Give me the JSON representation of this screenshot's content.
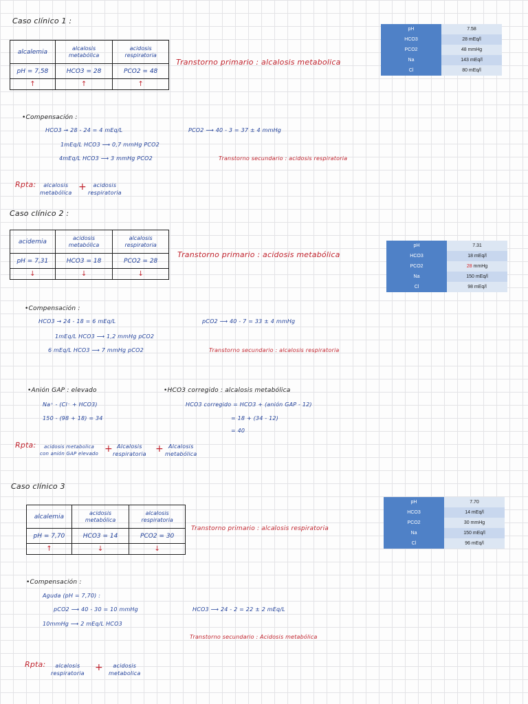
{
  "case1": {
    "title": "Caso clínico 1 :",
    "table": {
      "headers": [
        "alcalemia",
        "alcalosis metabólica",
        "acidosis respiratoria"
      ],
      "values": [
        "pH = 7,58",
        "HCO3 = 28",
        "PCO2 = 48"
      ],
      "arrows": [
        "↑",
        "↑",
        "↑"
      ]
    },
    "primary": "Transtorno primario : alcalosis metabolica",
    "comp_title": "Compensación :",
    "comp_lines": [
      "HCO3 → 28 - 24 = 4 mEq/L",
      "1mEq/L HCO3 ⟶ 0,7 mmHg PCO2",
      "4mEq/L HCO3 ⟶ 3 mmHg PCO2"
    ],
    "pco2_line": "PCO2 ⟶ 40 - 3 = 37 ± 4 mmHg",
    "secondary": "Transtorno secundario : acidosis respiratoria",
    "rpta_label": "Rpta:",
    "rpta_a": [
      "alcalosis",
      "metabólica"
    ],
    "rpta_b": [
      "acidosis",
      "respiratoria"
    ],
    "lab": [
      {
        "k": "pH",
        "v": "7.58"
      },
      {
        "k": "HCO3",
        "v": "28 mEq/l"
      },
      {
        "k": "PCO2",
        "v": "48 mmHg"
      },
      {
        "k": "Na",
        "v": "143 mEq/l"
      },
      {
        "k": "Cl",
        "v": "80 mEq/l"
      }
    ]
  },
  "case2": {
    "title": "Caso clínico 2 :",
    "table": {
      "headers": [
        "acidemia",
        "acidosis metabólica",
        "alcalosis respiratoria"
      ],
      "values": [
        "pH = 7,31",
        "HCO3 = 18",
        "PCO2 = 28"
      ],
      "arrows": [
        "↓",
        "↓",
        "↓"
      ]
    },
    "primary": "Transtorno primario : acidosis metabólica",
    "comp_title": "Compensación :",
    "comp_lines": [
      "HCO3 → 24 - 18 = 6 mEq/L",
      "1mEq/L HCO3 ⟶ 1,2 mmHg pCO2",
      "6 mEq/L HCO3 ⟶ 7 mmHg pCO2"
    ],
    "pco2_line": "pCO2 ⟶ 40 - 7 = 33 ± 4 mmHg",
    "secondary": "Transtorno secundario : alcalosis respiratoria",
    "gap_title": "Anión GAP : elevado",
    "gap_lines": [
      "Na⁺ - (Cl⁻ + HCO3)",
      "150 - (98 + 18) = 34"
    ],
    "hco3c_title": "HCO3 corregido : alcalosis metabólica",
    "hco3c_lines": [
      "HCO3 corregido = HCO3 + (anión GAP - 12)",
      "= 18 + (34 - 12)",
      "= 40"
    ],
    "rpta_label": "Rpta:",
    "rpta_a": [
      "acidosis metabolica",
      "con anión GAP elevado"
    ],
    "rpta_b": [
      "Alcalosis",
      "respiratoria"
    ],
    "rpta_c": [
      "Alcalosis",
      "metabólica"
    ],
    "lab": [
      {
        "k": "pH",
        "v": "7.31"
      },
      {
        "k": "HCO3",
        "v": "18 mEq/l"
      },
      {
        "k": "PCO2",
        "v": "28",
        "unit": " mmHg",
        "highlight": true
      },
      {
        "k": "Na",
        "v": "150 mEq/l"
      },
      {
        "k": "Cl",
        "v": "98 mEq/l"
      }
    ]
  },
  "case3": {
    "title": "Caso clínico 3",
    "table": {
      "headers": [
        "alcalemia",
        "acidosis metabólica",
        "alcalosis respiratoria"
      ],
      "values": [
        "pH = 7,70",
        "HCO3 = 14",
        "PCO2 = 30"
      ],
      "arrows": [
        "↑",
        "↓",
        "↓"
      ]
    },
    "primary": "Transtorno primario : alcalosis respiratoria",
    "comp_title": "Compensación :",
    "aguda": "Aguda (pH = 7,70) :",
    "comp_lines": [
      "pCO2 ⟶ 40 - 30 = 10 mmHg",
      "10mmHg ⟶ 2 mEq/L HCO3"
    ],
    "hco3_line": "HCO3 ⟶ 24 - 2 = 22 ± 2 mEq/L",
    "secondary": "Transtorno secundario : Acidosis metabólica",
    "rpta_label": "Rpta:",
    "rpta_a": [
      "alcalosis",
      "respiratoria"
    ],
    "rpta_b": [
      "acidosis",
      "metabolica"
    ],
    "lab": [
      {
        "k": "pH",
        "v": "7.70"
      },
      {
        "k": "HCO3",
        "v": "14 mEq/l"
      },
      {
        "k": "PCO2",
        "v": "30 mmHg"
      },
      {
        "k": "Na",
        "v": "150 mEq/l"
      },
      {
        "k": "Cl",
        "v": "96 mEq/l"
      }
    ]
  },
  "symbols": {
    "bullet": "•",
    "plus": "+"
  }
}
